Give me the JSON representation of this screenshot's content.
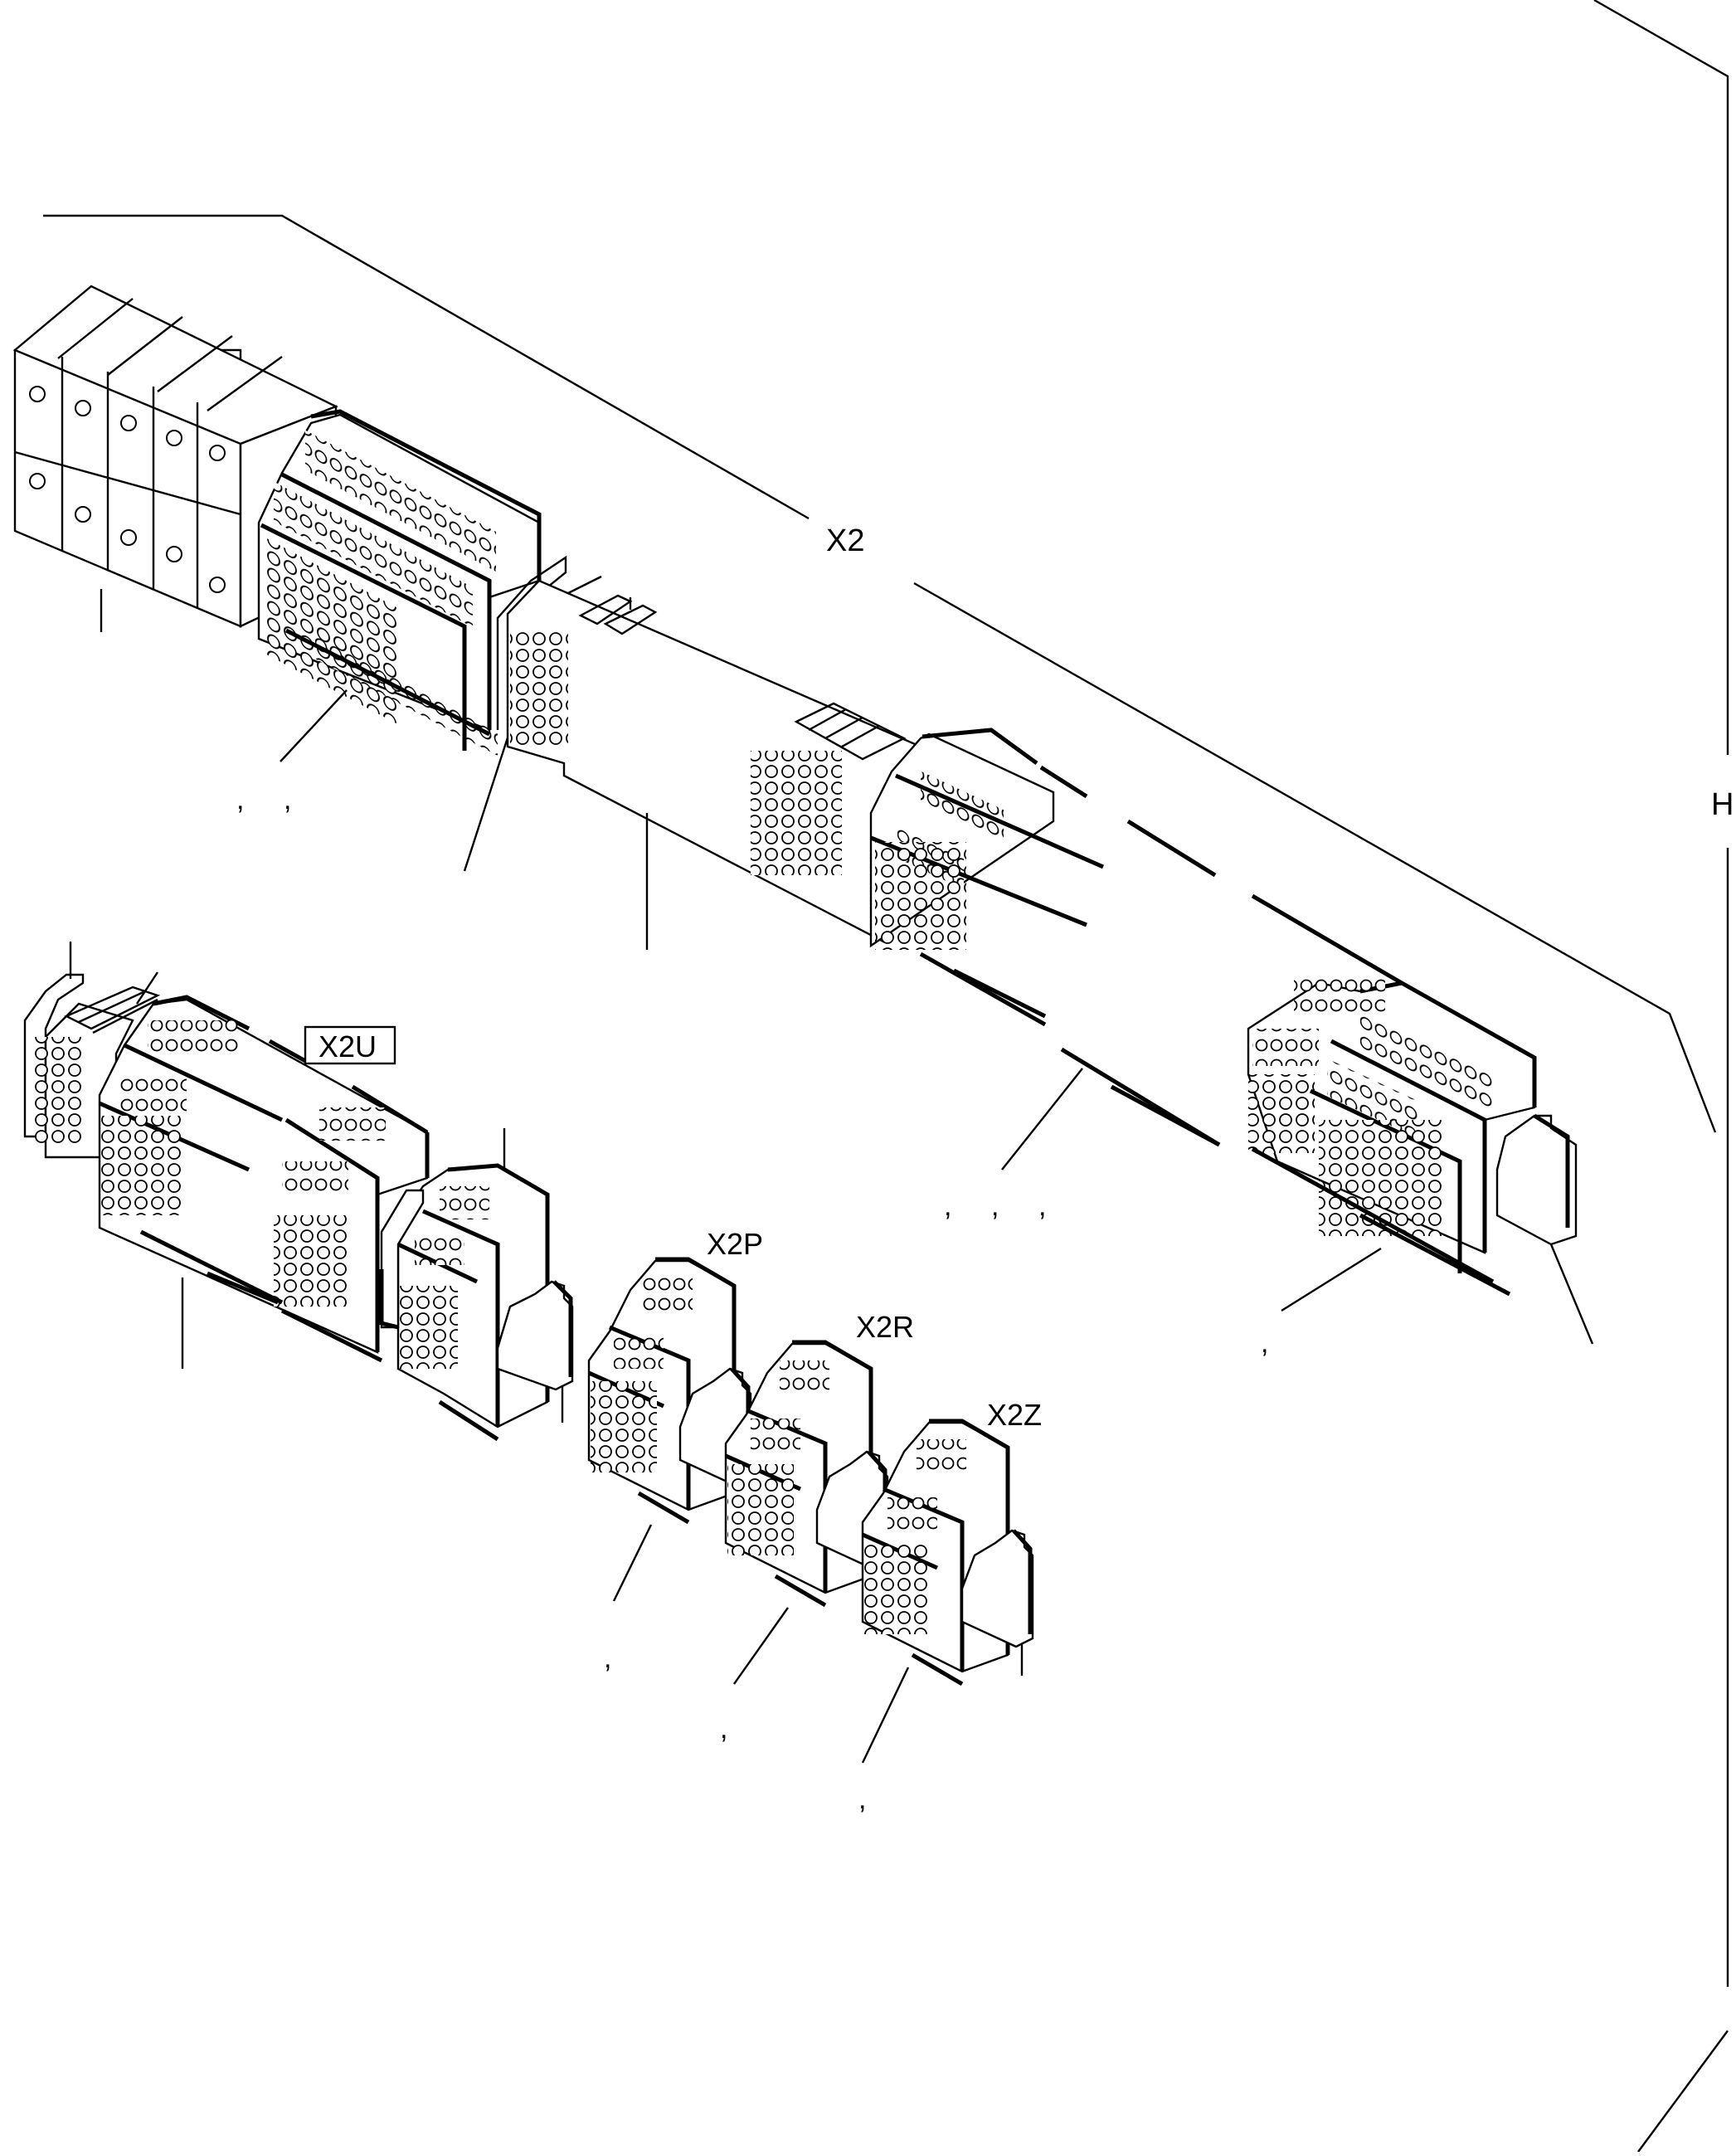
{
  "labels": {
    "x2": "X2",
    "x2u": "X2U",
    "x2p": "X2P",
    "x2r": "X2R",
    "x2z": "X2Z",
    "h": "H"
  },
  "marks": ",",
  "colors": {
    "ink": "#000000",
    "paper": "#ffffff"
  }
}
